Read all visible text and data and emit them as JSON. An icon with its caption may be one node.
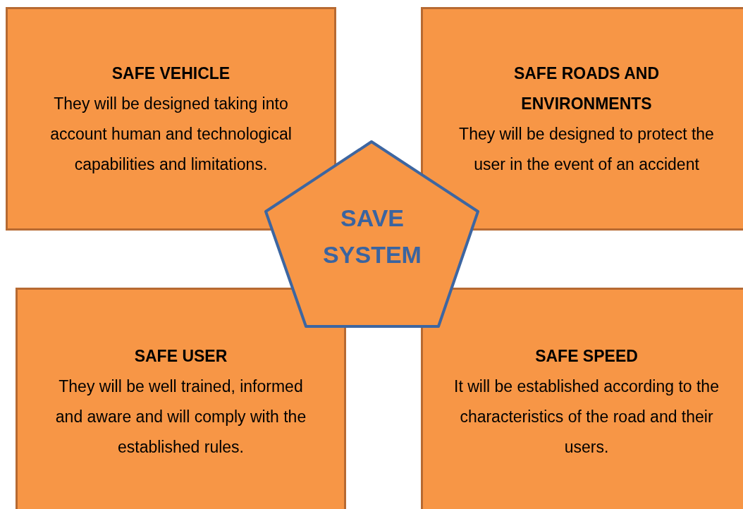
{
  "diagram": {
    "nodes": [
      {
        "text": [
          "SAFE VEHICLE",
          "They will be designed taking into account human and technological capabilities and limitations."
        ]
      },
      {
        "text": [
          "SAFE ROADS AND ENVIRONMENTS",
          "They will be designed to protect the user in the event of an accident"
        ]
      },
      {
        "text": [
          "SAVE SYSTEM"
        ]
      },
      {
        "text": [
          "SAFE USER",
          "They will be well trained, informed and aware and will comply with the established rules."
        ]
      },
      {
        "text": [
          "SAFE SPEED",
          "It will be established according to the characteristics of the road and their users."
        ]
      }
    ]
  }
}
